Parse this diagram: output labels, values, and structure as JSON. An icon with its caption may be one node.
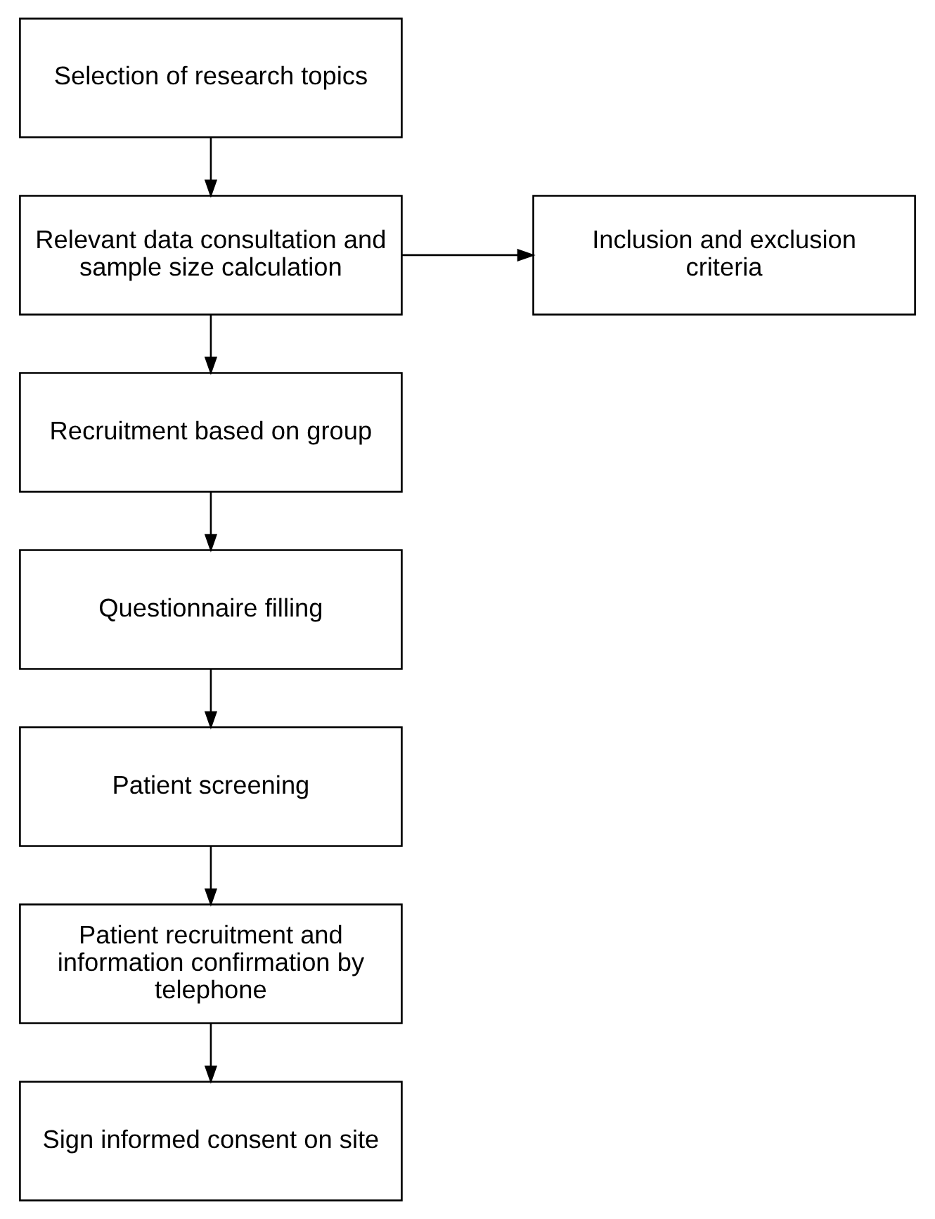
{
  "diagram": {
    "nodes": [
      {
        "text": [
          "Selection of research topics"
        ]
      },
      {
        "text": [
          "Relevant data consultation and sample size calculation"
        ]
      },
      {
        "text": [
          "Inclusion and exclusion criteria"
        ]
      },
      {
        "text": [
          "Recruitment based on group"
        ]
      },
      {
        "text": [
          "Questionnaire filling"
        ]
      },
      {
        "text": [
          "Patient screening"
        ]
      },
      {
        "text": [
          "Patient recruitment and information confirmation by telephone"
        ]
      },
      {
        "text": [
          "Sign informed consent on site"
        ]
      }
    ],
    "edges": [
      {
        "from": 0,
        "to": 1,
        "arrow": "to"
      },
      {
        "from": 1,
        "to": 2,
        "arrow": "to"
      },
      {
        "from": 1,
        "to": 3,
        "arrow": "to"
      },
      {
        "from": 3,
        "to": 4,
        "arrow": "to"
      },
      {
        "from": 4,
        "to": 5,
        "arrow": "to"
      },
      {
        "from": 5,
        "to": 6,
        "arrow": "to"
      },
      {
        "from": 6,
        "to": 7,
        "arrow": "to"
      }
    ]
  }
}
